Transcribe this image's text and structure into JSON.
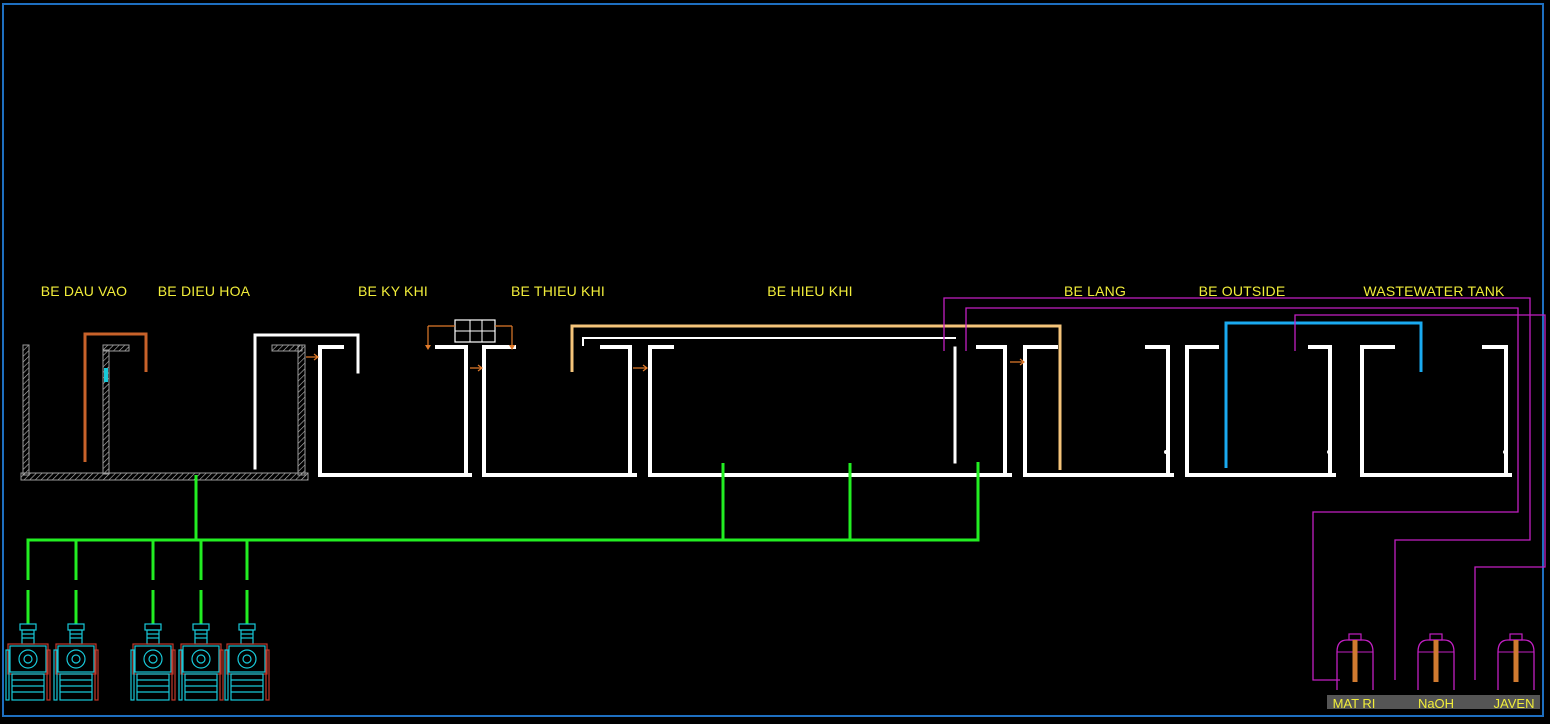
{
  "tanks": [
    {
      "id": "dau-vao",
      "label": "BE DAU VAO"
    },
    {
      "id": "dieu-hoa",
      "label": "BE DIEU HOA"
    },
    {
      "id": "ky-khi",
      "label": "BE KY KHI"
    },
    {
      "id": "thieu-khi",
      "label": "BE THIEU KHI"
    },
    {
      "id": "hieu-khi",
      "label": "BE HIEU KHI"
    },
    {
      "id": "lang",
      "label": "BE LANG"
    },
    {
      "id": "outside",
      "label": "BE OUTSIDE"
    },
    {
      "id": "wastewater",
      "label": "WASTEWATER TANK"
    }
  ],
  "chemicals": [
    {
      "id": "mat-ri",
      "label": "MAT RI"
    },
    {
      "id": "naoh",
      "label": "NaOH"
    },
    {
      "id": "javen",
      "label": "JAVEN"
    }
  ],
  "colors": {
    "frame": "#1e6fc0",
    "label": "#f2ee3a",
    "wall": "#ffffff",
    "air_line": "#22ee22",
    "dosing_line": "#c21fc2",
    "inlet_pipe": "#c8622a",
    "return_pipe": "#f5c47a",
    "outside_pipe": "#1aaaf0",
    "blower": "#18c8d8"
  },
  "icons": {
    "blower": "air-blower-icon",
    "dosing_tank": "chemical-tank-icon"
  }
}
